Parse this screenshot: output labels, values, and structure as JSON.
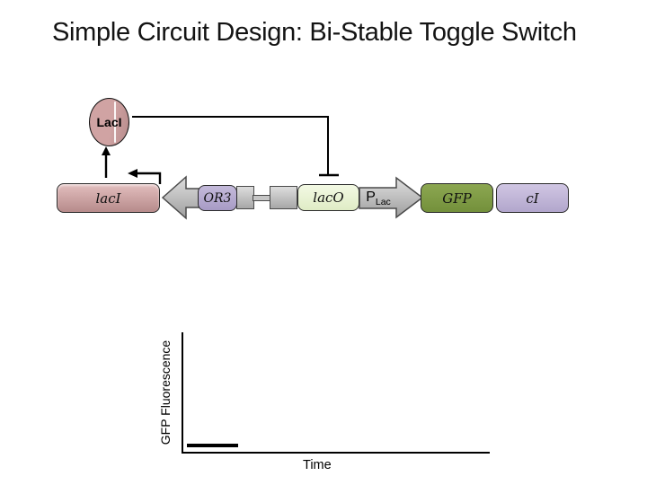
{
  "slide": {
    "title": "Simple Circuit Design: Bi-Stable Toggle Switch",
    "title_color": "#131313",
    "background_color": "#ffffff"
  },
  "diagram": {
    "protein_node": {
      "label": "LacI",
      "shape": "ellipse",
      "fill": "#c49a9a"
    },
    "gene_lacI": {
      "label": "lacI",
      "fill": "#c99a9a"
    },
    "operator_OR3": {
      "label": "OR3",
      "fill": "#b3a9cf"
    },
    "operator_lacO": {
      "label": "lacO",
      "fill": "#eaf4d4"
    },
    "promoter": {
      "label_main": "P",
      "label_sub": "Lac",
      "shape": "right-block-arrow",
      "fill": "#c0c0c0"
    },
    "gene_GFP": {
      "label": "GFP",
      "fill": "#7e9c45"
    },
    "gene_cI": {
      "label": "cI",
      "fill": "#c1b5d8"
    },
    "connectors": [
      {
        "icon": "up-arrow-icon",
        "meaning": "lacI gene expresses LacI protein"
      },
      {
        "icon": "t-bar-repression-icon",
        "meaning": "LacI represses lacO"
      },
      {
        "icon": "bent-arrow-left-icon",
        "meaning": "leftward transcription from lacI region"
      },
      {
        "icon": "block-arrow-left-icon",
        "meaning": "left-pointing DNA arrow toward lacI"
      },
      {
        "icon": "block-arrow-right-icon",
        "meaning": "right-pointing promoter arrow toward GFP"
      }
    ]
  },
  "plot": {
    "ylabel": "GFP Fluorescence",
    "xlabel": "Time"
  },
  "chart_data": {
    "type": "line",
    "title": "",
    "xlabel": "Time",
    "ylabel": "GFP Fluorescence",
    "x_range": [
      0,
      1
    ],
    "y_range": [
      0,
      1
    ],
    "x_ticks": [],
    "y_ticks": [],
    "grid": false,
    "legend": false,
    "series": [
      {
        "name": "GFP fluorescence (initial low state)",
        "color": "#000000",
        "x": [
          0.02,
          0.18
        ],
        "y": [
          0.06,
          0.06
        ],
        "style": "thick solid flat segment near baseline"
      }
    ],
    "note": "Schematic axes with no tick labels; only a short flat low-fluorescence segment at the start of the time axis."
  }
}
